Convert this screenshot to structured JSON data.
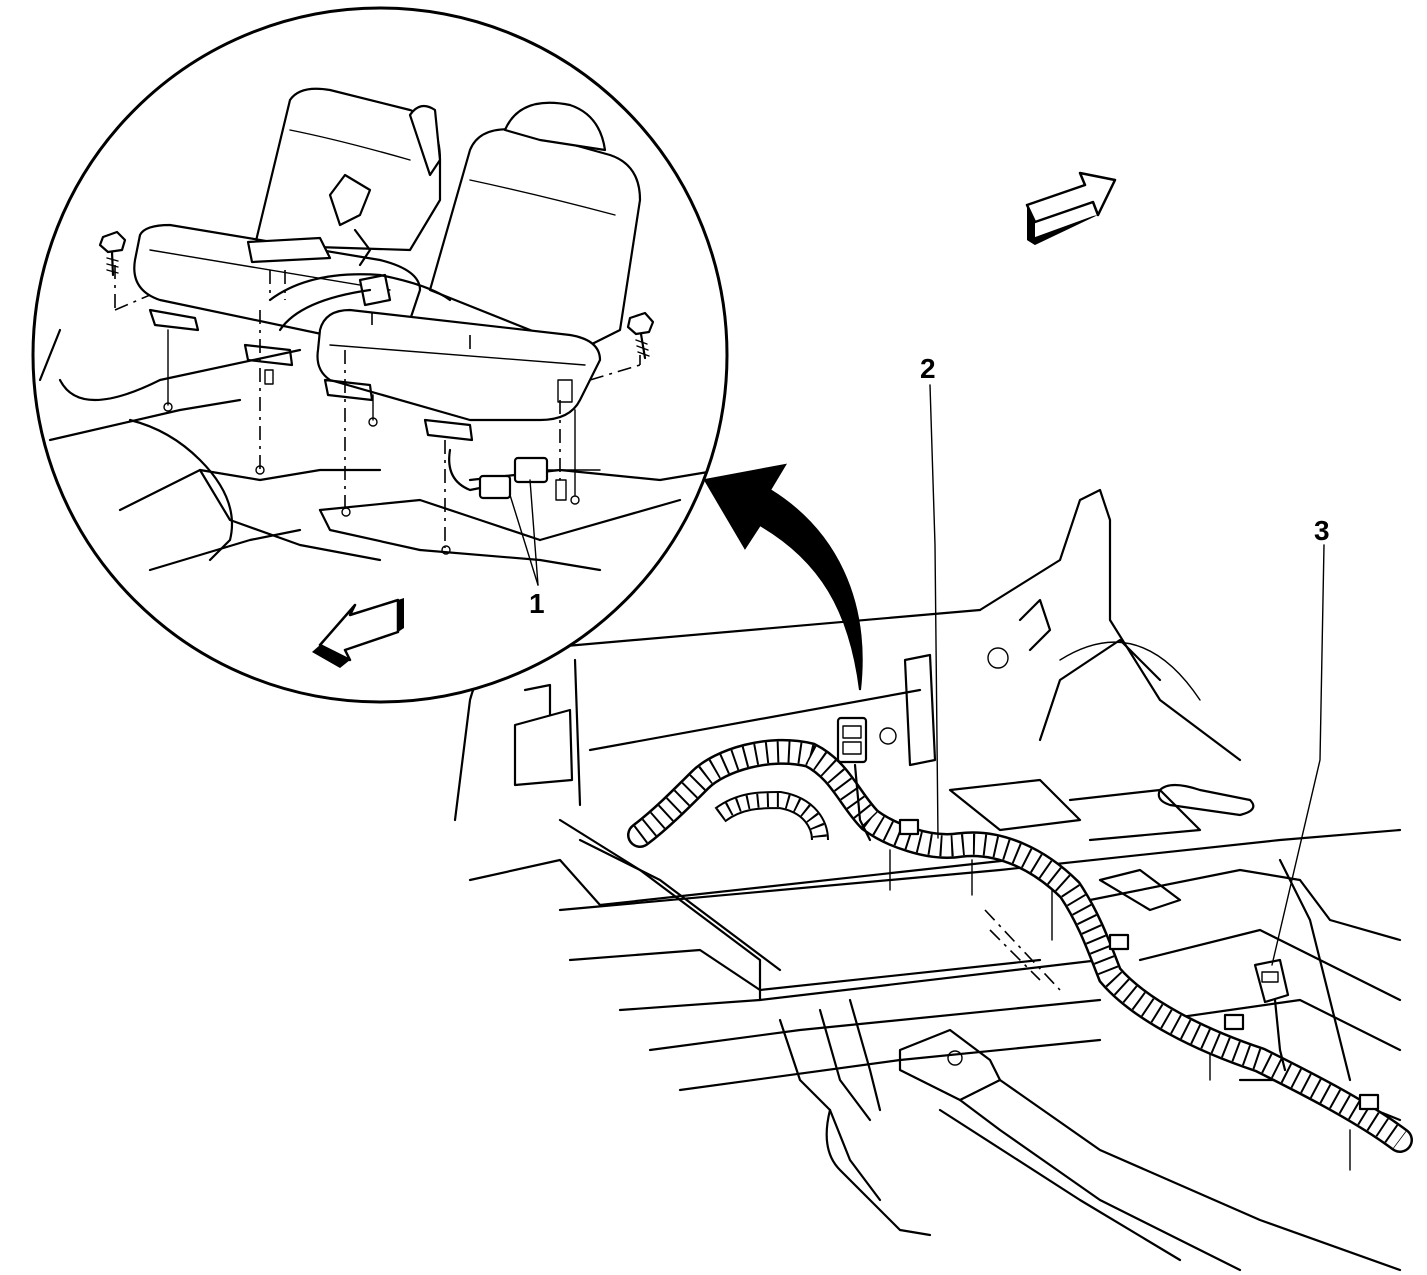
{
  "callouts": [
    {
      "id": "1",
      "label": "1"
    },
    {
      "id": "2",
      "label": "2"
    },
    {
      "id": "3",
      "label": "3"
    }
  ],
  "icons": [
    "forward-direction-arrow-icon",
    "rearward-direction-arrow-icon",
    "detail-view-arrow-icon"
  ]
}
